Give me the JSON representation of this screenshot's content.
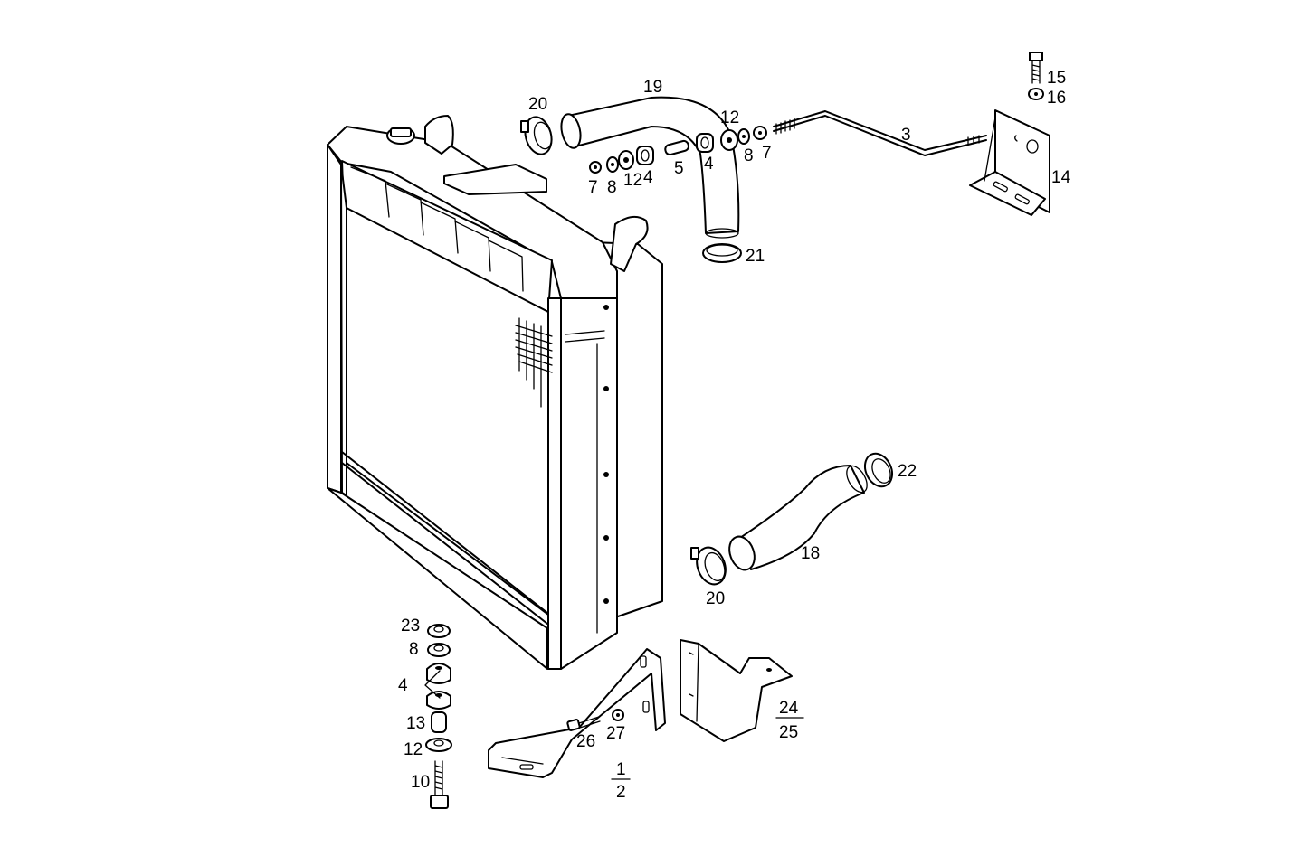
{
  "labels": {
    "l1": "1",
    "l2": "2",
    "l3": "3",
    "l4a": "4",
    "l4b": "4",
    "l4c": "4",
    "l5": "5",
    "l7a": "7",
    "l7b": "7",
    "l8a": "8",
    "l8b": "8",
    "l8c": "8",
    "l10": "10",
    "l12a": "12",
    "l12b": "12",
    "l12c": "12",
    "l13": "13",
    "l14": "14",
    "l15": "15",
    "l16": "16",
    "l18": "18",
    "l19": "19",
    "l20a": "20",
    "l20b": "20",
    "l21": "21",
    "l22": "22",
    "l23": "23",
    "l24": "24",
    "l25": "25",
    "l26": "26",
    "l27": "27"
  }
}
